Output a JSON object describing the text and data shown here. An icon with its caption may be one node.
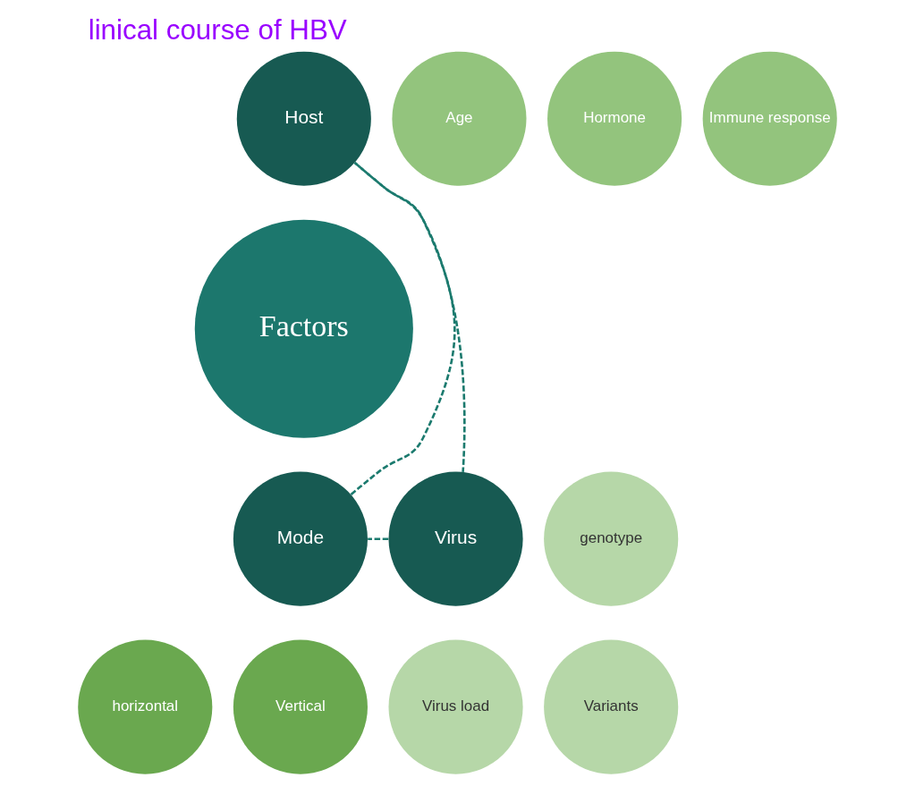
{
  "diagram": {
    "title": "linical course of HBV",
    "nodes": [
      {
        "text": [
          "Host"
        ]
      },
      {
        "text": [
          "Age"
        ]
      },
      {
        "text": [
          "Hormone"
        ]
      },
      {
        "text": [
          "Immune response"
        ]
      },
      {
        "text": [
          "Factors"
        ]
      },
      {
        "text": [
          "Mode"
        ]
      },
      {
        "text": [
          "horizontal"
        ]
      },
      {
        "text": [
          "Vertical"
        ]
      },
      {
        "text": [
          "Virus"
        ]
      },
      {
        "text": [
          "genotype"
        ]
      },
      {
        "text": [
          "Virus load"
        ]
      },
      {
        "text": [
          "Variants"
        ]
      }
    ],
    "edges": [
      {
        "from": 0,
        "to": 8,
        "arrow": "none",
        "style": "dashed"
      },
      {
        "from": 8,
        "to": 5,
        "arrow": "none",
        "style": "dashed"
      },
      {
        "from": 5,
        "to": 0,
        "arrow": "none",
        "style": "dashed"
      }
    ]
  }
}
